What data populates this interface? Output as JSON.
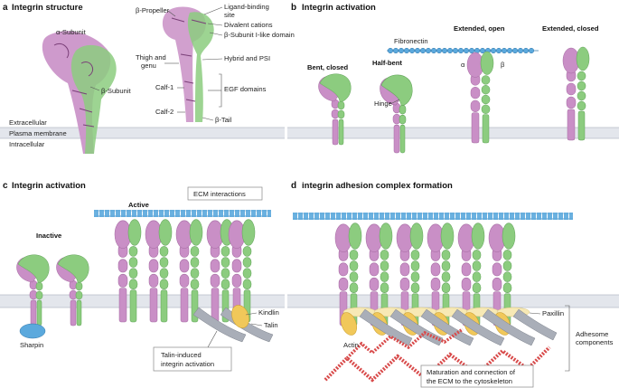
{
  "panels": {
    "a": {
      "letter": "a",
      "title": "Integrin structure"
    },
    "b": {
      "letter": "b",
      "title": "Integrin activation"
    },
    "c": {
      "letter": "c",
      "title": "Integrin activation"
    },
    "d": {
      "letter": "d",
      "title": "integrin adhesion complex formation"
    }
  },
  "a": {
    "alpha_subunit": "α-Subunit",
    "beta_subunit": "β-Subunit",
    "beta_propeller": "β-Propeller",
    "ligand_binding_1": "Ligand-binding",
    "ligand_binding_2": "site",
    "divalent_cations": "Divalent cations",
    "beta_i_like": "β-Subunit I-like domain",
    "thigh_1": "Thigh and",
    "thigh_2": "genu",
    "hybrid_psi": "Hybrid and PSI",
    "calf1": "Calf-1",
    "egf": "EGF domains",
    "calf2": "Calf-2",
    "beta_tail": "β-Tail",
    "extracellular": "Extracellular",
    "plasma_membrane": "Plasma membrane",
    "intracellular": "Intracellular"
  },
  "b": {
    "bent_closed": "Bent, closed",
    "half_bent": "Half-bent",
    "hinge": "Hinge",
    "fibronectin": "Fibronectin",
    "extended_open": "Extended, open",
    "extended_closed": "Extended, closed",
    "alpha": "α",
    "beta": "β"
  },
  "c": {
    "active": "Active",
    "inactive": "Inactive",
    "ecm_interactions": "ECM interactions",
    "kindlin": "Kindlin",
    "talin": "Talin",
    "sharpin": "Sharpin",
    "talin_induced_1": "Talin-induced",
    "talin_induced_2": "integrin activation"
  },
  "d": {
    "paxillin": "Paxillin",
    "actin": "Actin",
    "adhesome_1": "Adhesome",
    "adhesome_2": "components",
    "maturation_1": "Maturation and connection of",
    "maturation_2": "the ECM to the cytoskeleton"
  },
  "colors": {
    "alpha_subunit": "#c98fc6",
    "beta_subunit": "#8ccc7f",
    "fibronectin": "#5ba9dd",
    "kindlin": "#f1c85a",
    "talin": "#a9aeb8",
    "actin": "#d84a4a",
    "membrane": "#e3e6ec"
  }
}
